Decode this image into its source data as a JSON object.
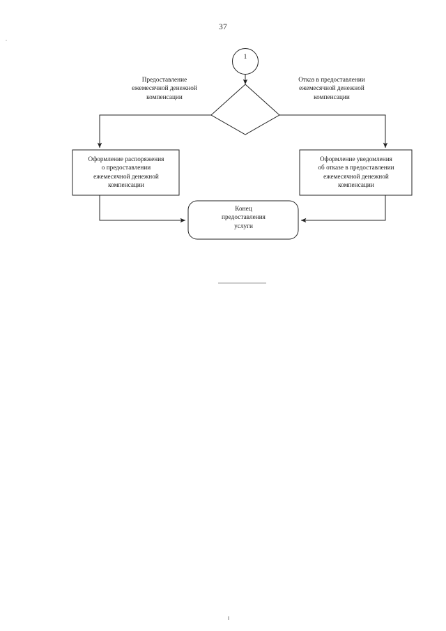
{
  "document": {
    "page_number": "37"
  },
  "diagram": {
    "type": "flowchart",
    "start_node": {
      "shape": "circle",
      "label": "1"
    },
    "decision": {
      "shape": "diamond",
      "label": ""
    },
    "branch_labels": {
      "left": "Предоставление\nежемесячной денежной\nкомпенсации",
      "left_line1": "Предоставление",
      "left_line2": "ежемесячной денежной",
      "left_line3": "компенсации",
      "right": "Отказ в предоставлении\nежемесячной денежной\nкомпенсации",
      "right_line1": "Отказ в предоставлении",
      "right_line2": "ежемесячной денежной",
      "right_line3": "компенсации"
    },
    "process_left": {
      "shape": "rectangle",
      "line1": "Оформление распоряжения",
      "line2": "о предоставлении",
      "line3": "ежемесячной денежной",
      "line4": "компенсации"
    },
    "process_right": {
      "shape": "rectangle",
      "line1": "Оформление уведомления",
      "line2": "об отказе в предоставлении",
      "line3": "ежемесячной денежной",
      "line4": "компенсации"
    },
    "end_node": {
      "shape": "rounded-rectangle",
      "line1": "Конец",
      "line2": "предоставления",
      "line3": "услуги"
    },
    "colors": {
      "stroke": "#222222",
      "text": "#161616",
      "background": "#ffffff",
      "rule": "#9a9a9a"
    }
  }
}
